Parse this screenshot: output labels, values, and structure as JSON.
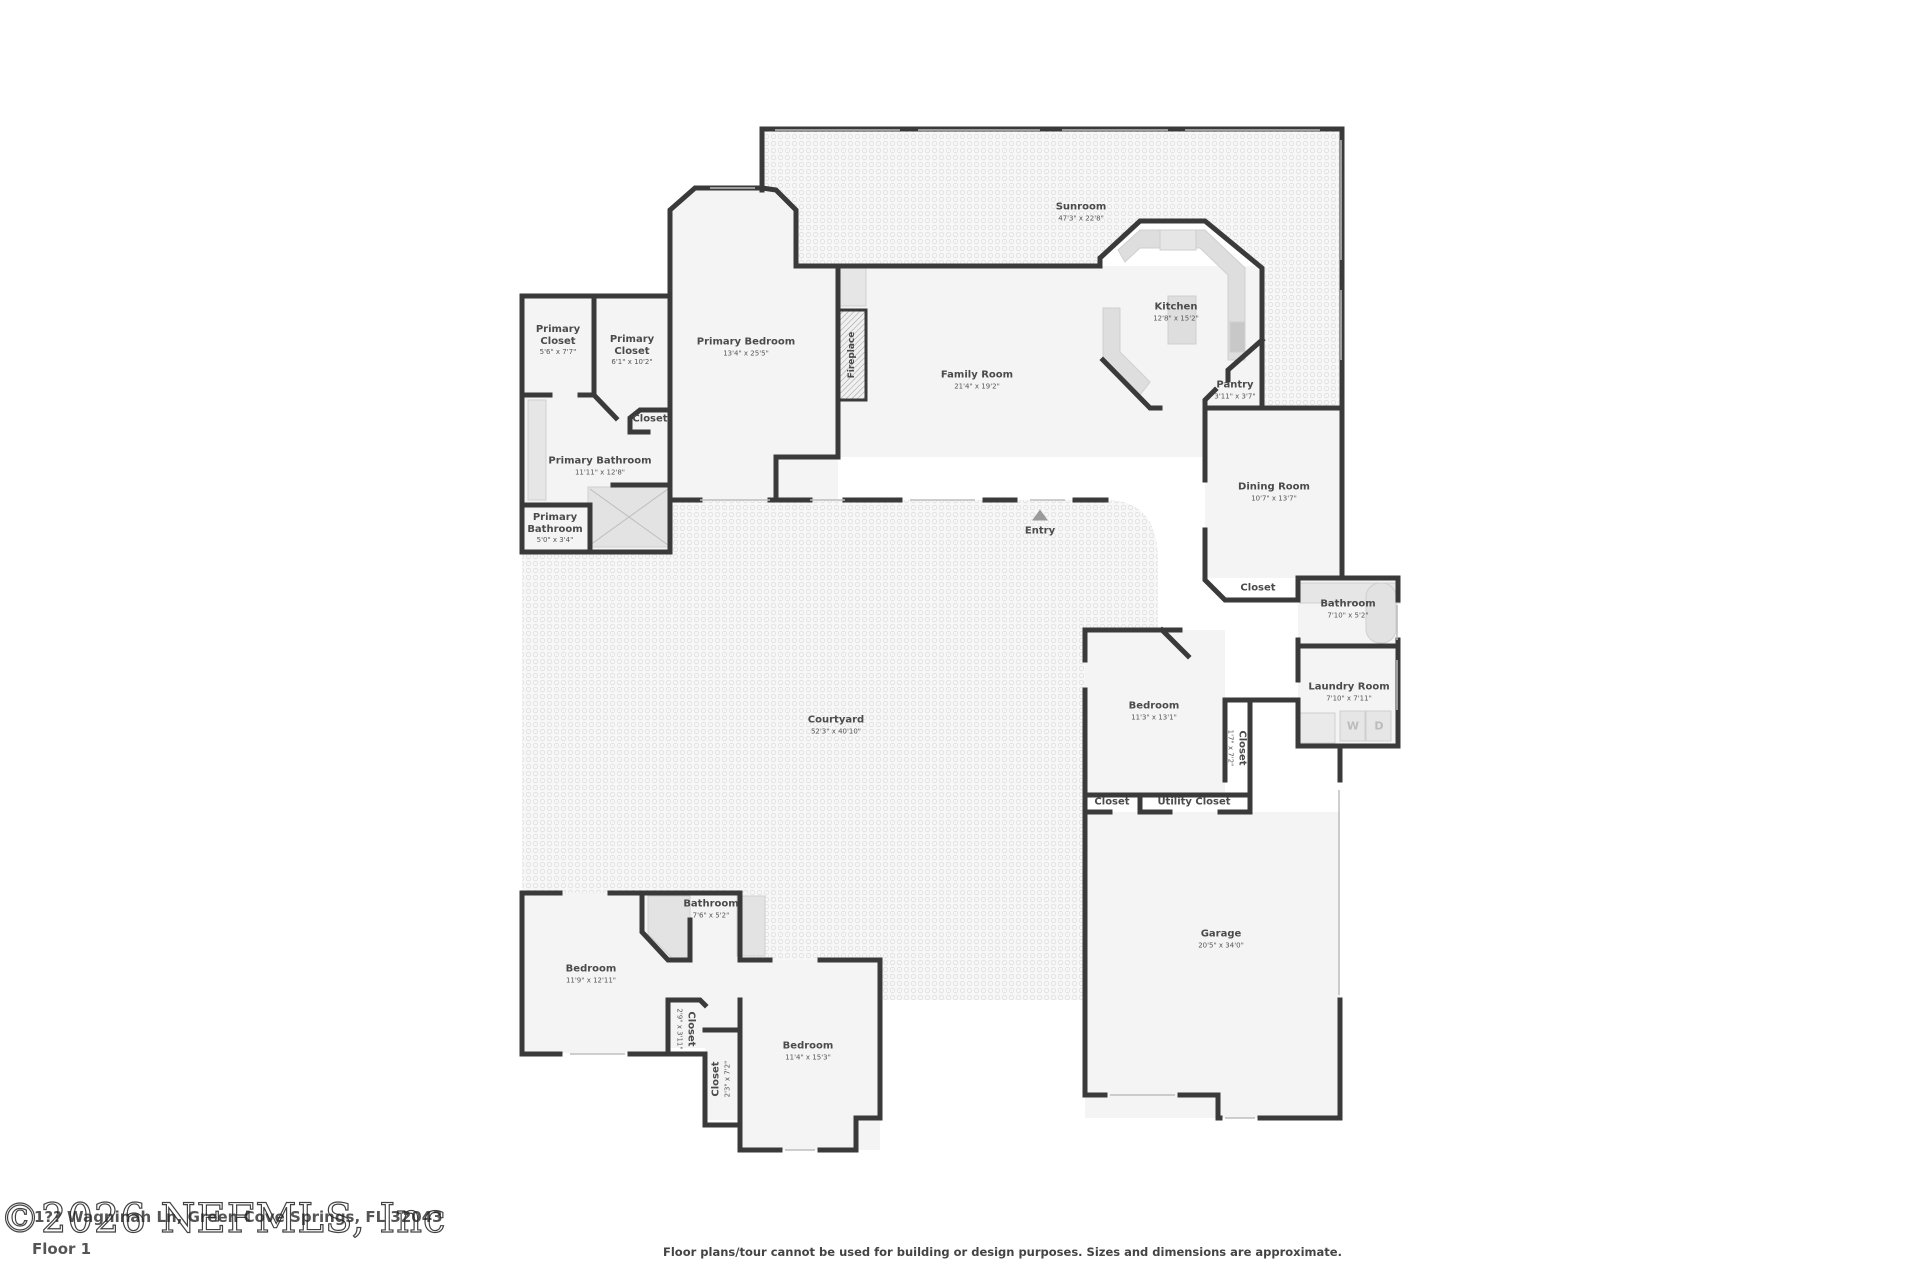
{
  "floor_plan": {
    "floor_label": "Floor 1",
    "address": "1?? Wagninah Ln, Green Cove Springs, FL 32043",
    "watermark": "©2026 NEFMLS, Inc",
    "disclaimer": "Floor plans/tour cannot be used for building or design purposes. Sizes and dimensions are approximate.",
    "colors": {
      "wall": "#3a3a3a",
      "floor": "#f4f4f4",
      "outdoor_pattern": "#e2e2e2",
      "fixture": "#dcdcdc"
    },
    "rooms": [
      {
        "name": "Sunroom",
        "dims": "47'3\" x 22'8\""
      },
      {
        "name": "Kitchen",
        "dims": "12'8\" x 15'2\""
      },
      {
        "name": "Family Room",
        "dims": "21'4\" x 19'2\""
      },
      {
        "name": "Fireplace",
        "dims": ""
      },
      {
        "name": "Pantry",
        "dims": "3'11\" x 3'7\""
      },
      {
        "name": "Primary Bedroom",
        "dims": "13'4\" x 25'5\""
      },
      {
        "name": "Primary Closet",
        "dims": "5'6\" x 7'7\""
      },
      {
        "name": "Primary Closet",
        "dims": "6'1\" x 10'2\""
      },
      {
        "name": "Closet",
        "dims": ""
      },
      {
        "name": "Primary Bathroom",
        "dims": "11'11\" x 12'8\""
      },
      {
        "name": "Primary Bathroom",
        "dims": "5'0\" x 3'4\""
      },
      {
        "name": "Dining Room",
        "dims": "10'7\" x 13'7\""
      },
      {
        "name": "Entry",
        "dims": ""
      },
      {
        "name": "Courtyard",
        "dims": "52'3\" x 40'10\""
      },
      {
        "name": "Closet",
        "dims": ""
      },
      {
        "name": "Bathroom",
        "dims": "7'10\" x 5'2\""
      },
      {
        "name": "Laundry Room",
        "dims": "7'10\" x 7'11\""
      },
      {
        "name": "Bedroom",
        "dims": "11'3\" x 13'1\""
      },
      {
        "name": "Closet",
        "dims": "1'7\" x 7'2\""
      },
      {
        "name": "Closet",
        "dims": ""
      },
      {
        "name": "Utility Closet",
        "dims": ""
      },
      {
        "name": "Garage",
        "dims": "20'5\" x 34'0\""
      },
      {
        "name": "Bathroom",
        "dims": "7'6\" x 5'2\""
      },
      {
        "name": "Bedroom",
        "dims": "11'9\" x 12'11\""
      },
      {
        "name": "Closet",
        "dims": "2'9\" x 3'11\""
      },
      {
        "name": "Closet",
        "dims": "2'3\" x 7'2\""
      },
      {
        "name": "Bedroom",
        "dims": "11'4\" x 15'3\""
      }
    ],
    "appliance_labels": {
      "washer": "W",
      "dryer": "D"
    }
  }
}
